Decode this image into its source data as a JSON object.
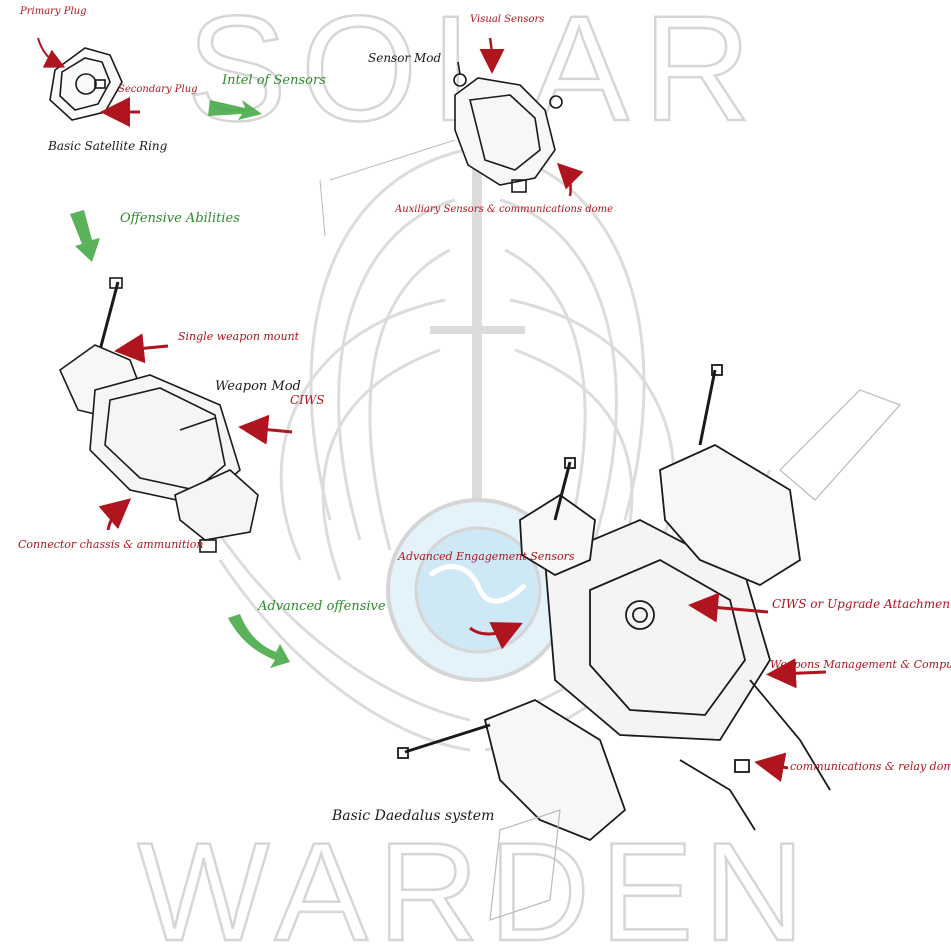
{
  "watermark": {
    "top": "SOLAR",
    "bottom": "WARDEN"
  },
  "colors": {
    "red_annotation": "#b0141e",
    "green_annotation": "#2e8b2e",
    "ink": "#1a1a1a",
    "watermark": "#d9d9d9",
    "emblem_blue": "#cfe8f5"
  },
  "modules": {
    "satellite_ring": "Basic Satellite Ring",
    "sensor_mod": "Sensor Mod",
    "weapon_mod": "Weapon Mod",
    "daedalus": "Basic Daedalus system"
  },
  "annotations": {
    "primary_plug": "Primary Plug",
    "secondary_plug": "Secondary Plug",
    "visual_sensors": "Visual Sensors",
    "auxiliary_sensors": "Auxiliary Sensors & communications dome",
    "single_weapon_mount": "Single weapon mount",
    "ciws": "CIWS",
    "connector_chassis": "Connector chassis & ammunition",
    "advanced_engagement_sensors": "Advanced Engagement Sensors",
    "ciws_upgrade": "CIWS or Upgrade Attachment",
    "weapons_management": "Weapons Management & Computes",
    "communications_relay": "communications & relay dome"
  },
  "progression": {
    "intel_of_sensors": "Intel of Sensors",
    "offensive_abilities": "Offensive Abilities",
    "advanced_offensive": "Advanced offensive"
  }
}
